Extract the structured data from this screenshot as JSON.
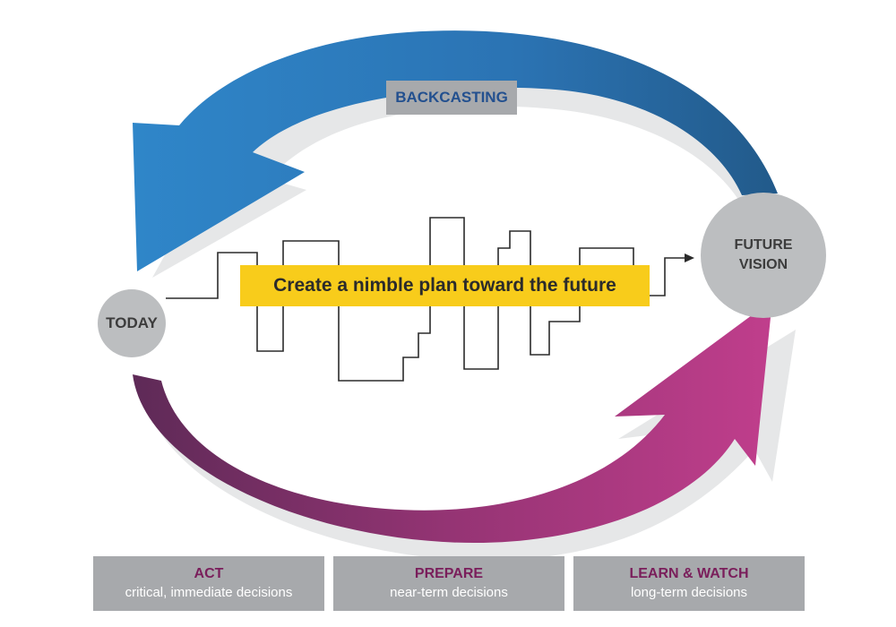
{
  "diagram": {
    "backcasting": "BACKCASTING",
    "today": "TODAY",
    "future_vision": "FUTURE\nVISION",
    "plan": "Create a nimble plan toward the future",
    "phases": [
      {
        "title": "ACT",
        "subtitle": "critical, immediate decisions"
      },
      {
        "title": "PREPARE",
        "subtitle": "near-term decisions"
      },
      {
        "title": "LEARN & WATCH",
        "subtitle": "long-term decisions"
      }
    ]
  },
  "colors": {
    "backcasting_arrow": "#2e7fc1",
    "backcasting_arrow_dark": "#245f94",
    "forward_arrow": "#b53c86",
    "forward_arrow_dark": "#6f2a5e",
    "shadow": "#e6e7e8",
    "circle": "#bcbec0",
    "banner": "#f8cc1b",
    "label_box": "#a7a9ac",
    "phase_title": "#7a1e5b"
  }
}
